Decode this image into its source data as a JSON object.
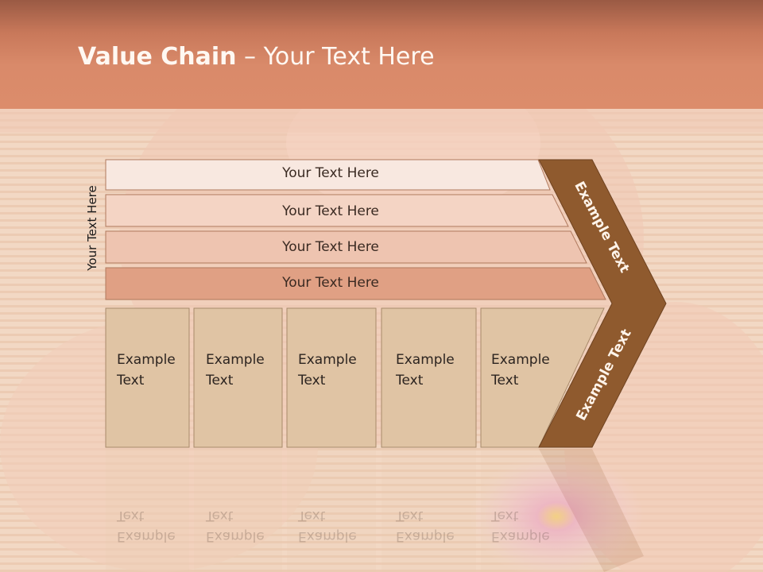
{
  "header": {
    "title_bold": "Value Chain",
    "title_rest": " – Your Text Here"
  },
  "side_label": "Your Text Here",
  "rows": [
    {
      "label": "Your Text Here"
    },
    {
      "label": "Your Text Here"
    },
    {
      "label": "Your Text Here"
    },
    {
      "label": "Your Text Here"
    }
  ],
  "columns": [
    {
      "label": "Example Text"
    },
    {
      "label": "Example Text"
    },
    {
      "label": "Example Text"
    },
    {
      "label": "Example Text"
    },
    {
      "label": "Example Text"
    }
  ],
  "chevron": {
    "upper_label": "Example Text",
    "lower_label": "Example Text"
  },
  "colors": {
    "header": "#d98a6a",
    "row1": "#f8e8e0",
    "row2": "#f4d4c4",
    "row3": "#eec4b0",
    "row4": "#e0a084",
    "column": "#e0c4a4",
    "chevron": "#8f5a2e"
  }
}
